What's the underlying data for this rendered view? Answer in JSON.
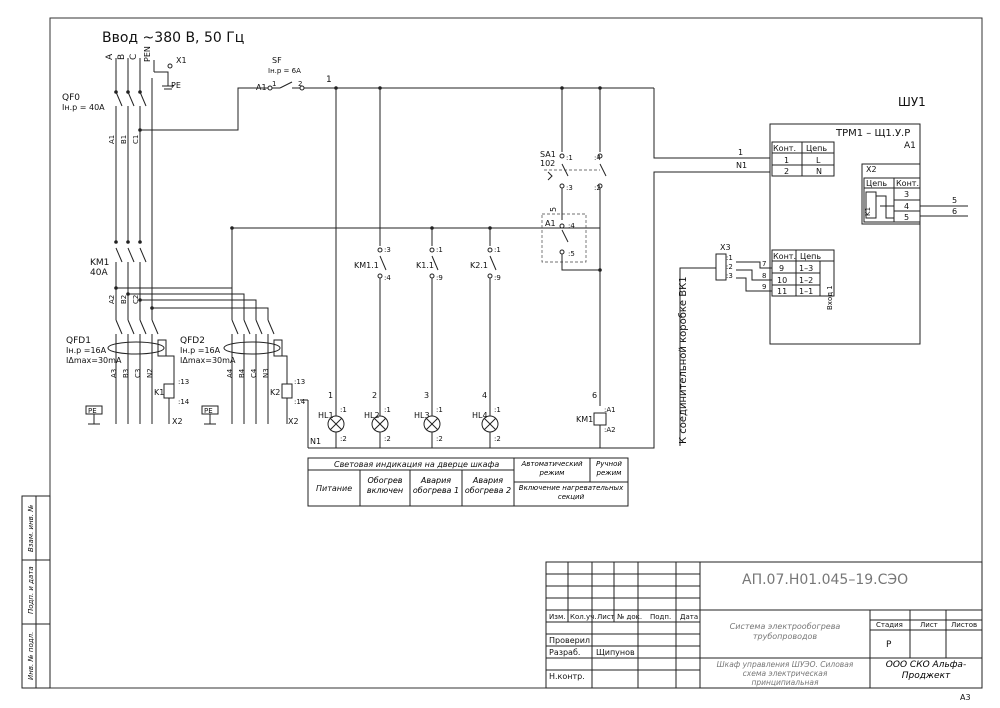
{
  "supply": {
    "label": "Ввод ~380 В, 50 Гц",
    "phases": [
      "A",
      "B",
      "C",
      "PEN"
    ],
    "pe": "PE",
    "x1": "X1"
  },
  "qf0": {
    "name": "QF0",
    "rating": "Iн.р = 40A",
    "terms_top": [
      "A1",
      "B1",
      "C1"
    ]
  },
  "sf": {
    "name": "SF",
    "rating": "Iн.р = 6A",
    "node_a1": "A1",
    "pin1": "1",
    "pin2": "2",
    "wire": "1"
  },
  "km1": {
    "name": "KM1",
    "rating": "40A",
    "terms": [
      "A2",
      "B2",
      "C2"
    ]
  },
  "qfd1": {
    "name": "QFD1",
    "rating1": "Iн.р =16A",
    "rating2": "IΔmax=30mA",
    "terms": [
      "A3",
      "B3",
      "C3",
      "N2"
    ]
  },
  "qfd2": {
    "name": "QFD2",
    "rating1": "Iн.р =16A",
    "rating2": "IΔmax=30mA",
    "terms": [
      "A4",
      "B4",
      "C4",
      "N3"
    ]
  },
  "k1": {
    "name": "K1",
    "pins": [
      ":13",
      ":14"
    ]
  },
  "k2": {
    "name": "K2",
    "pins": [
      ":13",
      ":14"
    ]
  },
  "x2": "X2",
  "pe_label": "PE",
  "contacts": [
    {
      "name": "KM1.1",
      "top": ":3",
      "bot": ":4"
    },
    {
      "name": "K1.1",
      "top": ":1",
      "bot": ":9"
    },
    {
      "name": "K2.1",
      "top": ":1",
      "bot": ":9"
    }
  ],
  "lamps": [
    {
      "name": "HL1",
      "wire": "1",
      "p1": ":1",
      "p2": ":2"
    },
    {
      "name": "HL2",
      "wire": "2",
      "p1": ":1",
      "p2": ":2"
    },
    {
      "name": "HL3",
      "wire": "3",
      "p1": ":1",
      "p2": ":2"
    },
    {
      "name": "HL4",
      "wire": "4",
      "p1": ":1",
      "p2": ":2"
    }
  ],
  "n1": "N1",
  "sa1": {
    "name": "SA1",
    "sub": "102",
    "pins": [
      ":1",
      ":3",
      ":4",
      ":2"
    ],
    "wire": "5"
  },
  "a1_relay": {
    "name": "A1",
    "pins": [
      ":4",
      ":5"
    ]
  },
  "km1_coil": {
    "name": "KM1",
    "wire": "6",
    "pins": [
      ":A1",
      ":A2"
    ]
  },
  "trm": {
    "cabinet": "ШУ1",
    "title": "ТРМ1 – Щ1.У.Р",
    "sub": "A1",
    "t1_head": [
      "Конт.",
      "Цепь"
    ],
    "t1_rows": [
      [
        "1",
        "L"
      ],
      [
        "2",
        "N"
      ]
    ],
    "in_wires": [
      "1",
      "N1"
    ],
    "x2_label": "X2",
    "t2_head": [
      "Цепь",
      "Конт."
    ],
    "t2_rows": [
      "3",
      "4",
      "5"
    ],
    "k1_label": "K1",
    "out_wires": [
      "5",
      "6"
    ],
    "t3_head": [
      "Конт.",
      "Цепь"
    ],
    "t3_rows": [
      [
        "9",
        "1–3"
      ],
      [
        "10",
        "1–2"
      ],
      [
        "11",
        "1–1"
      ]
    ],
    "input": "Вход 1",
    "x3": "X3",
    "x3_pins": [
      ":1",
      ":2",
      ":3"
    ],
    "wire_nums": [
      "7",
      "8",
      "9"
    ],
    "vk1": "К соединительной коробке ВК1"
  },
  "legend": {
    "group1": "Световая индикация на дверце шкафа",
    "cells": [
      "Питание",
      "Обогрев включен",
      "Авария обогрева 1",
      "Авария обогрева 2"
    ],
    "auto": "Автоматический режим",
    "manual": "Ручной режим",
    "heating": "Включение нагревательных секций"
  },
  "side_stamp": [
    "Взам. инв. №",
    "Подп. и дата",
    "Инв. № подл."
  ],
  "title_block": {
    "code": "АП.07.Н01.045–19.СЭО",
    "cols": [
      "Изм.",
      "Кол.уч.",
      "Лист",
      "№ док.",
      "Подп.",
      "Дата"
    ],
    "roles": [
      "Проверил",
      "Разраб.",
      "Н.контр."
    ],
    "developer": "Щипунов",
    "system": "Система электрообогрева трубопроводов",
    "doc": "Шкаф управления ШУЭО. Силовая схема электрическая принципиальная",
    "stage_head": [
      "Стадия",
      "Лист",
      "Листов"
    ],
    "stage": "Р",
    "company": "ООО СКО Альфа-Проджект",
    "format": "А3"
  }
}
